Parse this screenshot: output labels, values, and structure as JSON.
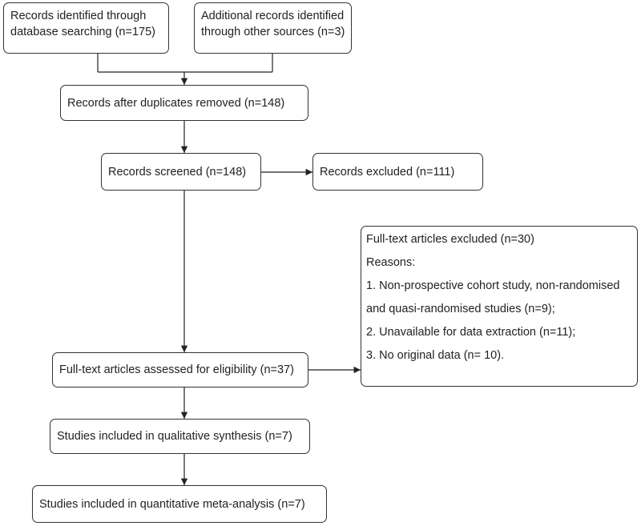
{
  "boxes": {
    "identified": [
      "Records identified through",
      "database searching (n=175)"
    ],
    "additional": [
      "Additional records identified",
      "through other sources (n=3)"
    ],
    "duplicates": "Records after duplicates removed (n=148)",
    "screened": "Records screened (n=148)",
    "excluded": "Records excluded (n=111)",
    "fulltext_excluded": [
      "Full-text articles excluded (n=30)",
      "Reasons:",
      "1. Non-prospective cohort study, non-randomised",
      "and quasi-randomised studies (n=9);",
      "2. Unavailable for data extraction (n=11);",
      "3. No original data (n= 10)."
    ],
    "eligibility": "Full-text articles assessed for eligibility (n=37)",
    "qualitative": "Studies included in qualitative synthesis (n=7)",
    "quantitative": "Studies included in quantitative meta-analysis (n=7)"
  }
}
